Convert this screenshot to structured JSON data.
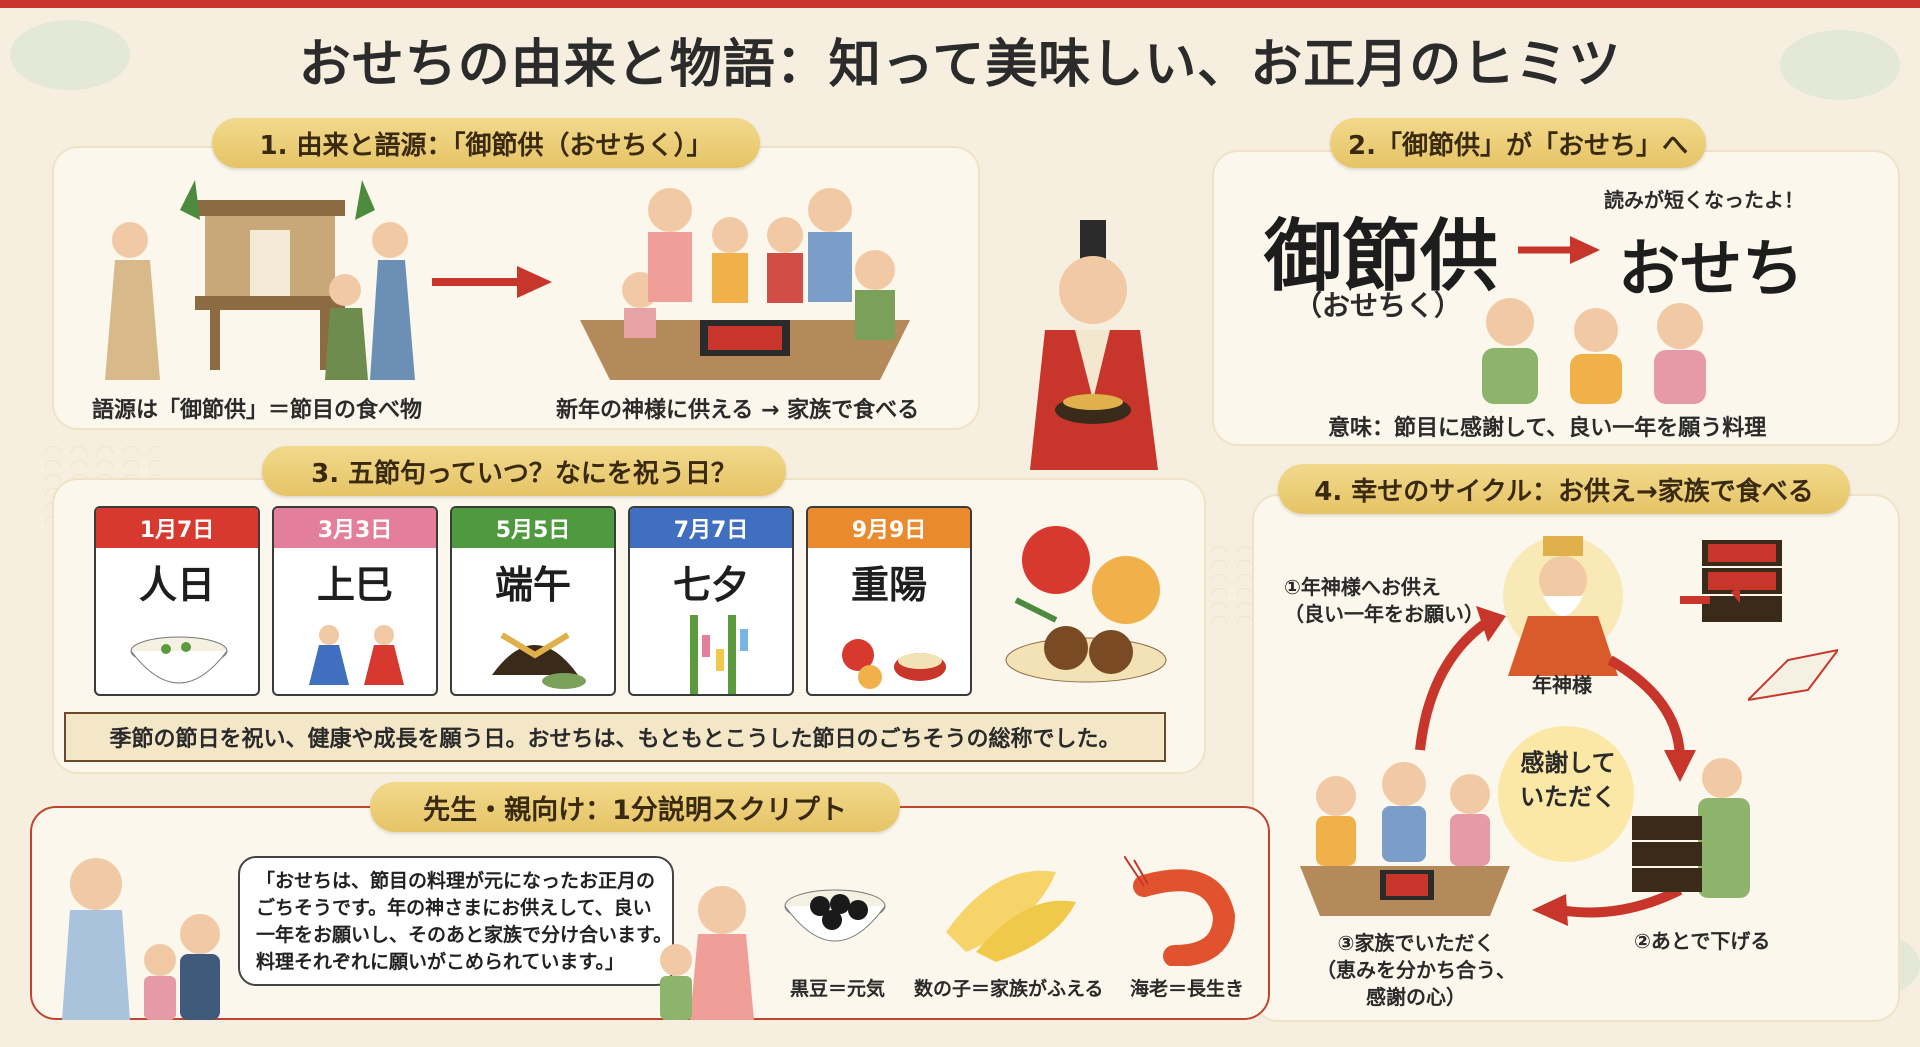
{
  "title": "おせちの由来と物語：知って美味しい、お正月のヒミツ",
  "section1": {
    "badge": "1. 由来と語源：「御節供（おせちく）」",
    "caption_left": "語源は「御節供」＝節目の食べ物",
    "caption_right": "新年の神様に供える → 家族で食べる"
  },
  "section2": {
    "badge": "2.「御節供」が「おせち」へ",
    "old_word": "御節供",
    "old_reading": "（おせちく）",
    "new_word": "おせち",
    "shout": "読みが短くなったよ！",
    "meaning": "意味：節目に感謝して、良い一年を願う料理"
  },
  "section3": {
    "badge": "3. 五節句っていつ？なにを祝う日？",
    "calendars": [
      {
        "date": "1月7日",
        "name": "人日",
        "color": "#d8392f"
      },
      {
        "date": "3月3日",
        "name": "上巳",
        "color": "#e37f9c"
      },
      {
        "date": "5月5日",
        "name": "端午",
        "color": "#4f9a3e"
      },
      {
        "date": "7月7日",
        "name": "七夕",
        "color": "#3f6fbe"
      },
      {
        "date": "9月9日",
        "name": "重陽",
        "color": "#e98a2c"
      }
    ],
    "ribbon": "季節の節日を祝い、健康や成長を願う日。おせちは、もともとこうした節日のごちそうの総称でした。"
  },
  "section4": {
    "badge": "4. 幸せのサイクル：お供え→家族で食べる",
    "step1_line1": "①年神様へお供え",
    "step1_line2": "（良い一年をお願い）",
    "god_label": "年神様",
    "center_line1": "感謝して",
    "center_line2": "いただく",
    "step2": "②あとで下げる",
    "step3_line1": "③家族でいただく",
    "step3_line2": "（恵みを分かち合う、",
    "step3_line3": "感謝の心）"
  },
  "section5": {
    "badge": "先生・親向け：1分説明スクリプト",
    "script_lines": [
      "「おせちは、節目の料理が元になったお正月の",
      "ごちそうです。年の神さまにお供えして、良い",
      "一年をお願いし、そのあと家族で分け合います。",
      "料理それぞれに願いがこめられています。」"
    ],
    "foods": [
      {
        "label": "黒豆＝元気"
      },
      {
        "label": "数の子＝家族がふえる"
      },
      {
        "label": "海老＝長生き"
      }
    ]
  },
  "colors": {
    "accent_red": "#c8352a",
    "badge_gold": "#e6c467",
    "panel_bg": "#fbf7ec"
  }
}
